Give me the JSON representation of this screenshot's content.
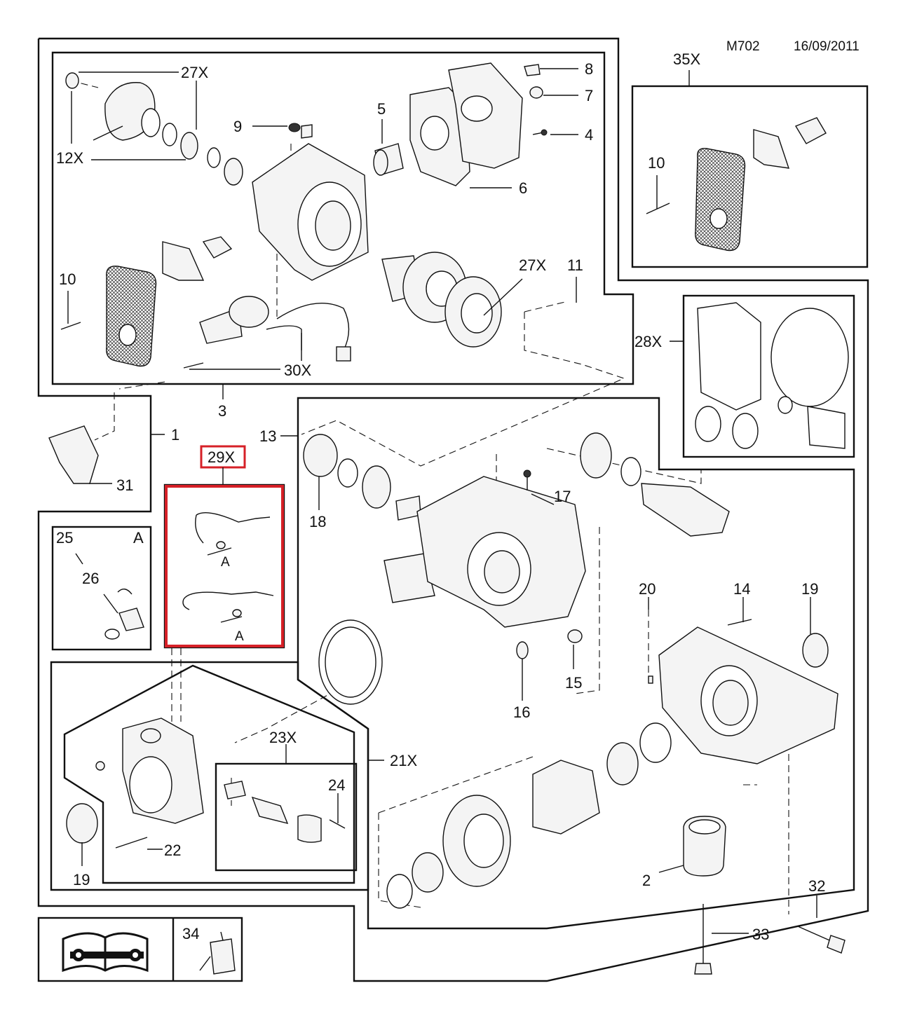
{
  "header": {
    "model_code": "M702",
    "date": "16/09/2011"
  },
  "highlight": {
    "label": "29X",
    "color": "#d62027"
  },
  "callouts": {
    "c27x_top": "27X",
    "c12x": "12X",
    "c9": "9",
    "c5": "5",
    "c8": "8",
    "c7": "7",
    "c4": "4",
    "c6": "6",
    "c10_left": "10",
    "c27x_mid": "27X",
    "c11": "11",
    "c30x": "30X",
    "c3": "3",
    "c1": "1",
    "c13": "13",
    "c31": "31",
    "c35x": "35X",
    "c10_right": "10",
    "c28x": "28X",
    "c18": "18",
    "c17": "17",
    "c25": "25",
    "c25_a": "A",
    "c26": "26",
    "c29_a1": "A",
    "c29_a2": "A",
    "c20": "20",
    "c14": "14",
    "c19_right": "19",
    "c16": "16",
    "c15": "15",
    "c23x": "23X",
    "c24": "24",
    "c21x": "21X",
    "c22": "22",
    "c19_left": "19",
    "c2": "2",
    "c32": "32",
    "c33": "33",
    "c34": "34"
  },
  "icons": {
    "manual": "workshop-manual-icon"
  }
}
